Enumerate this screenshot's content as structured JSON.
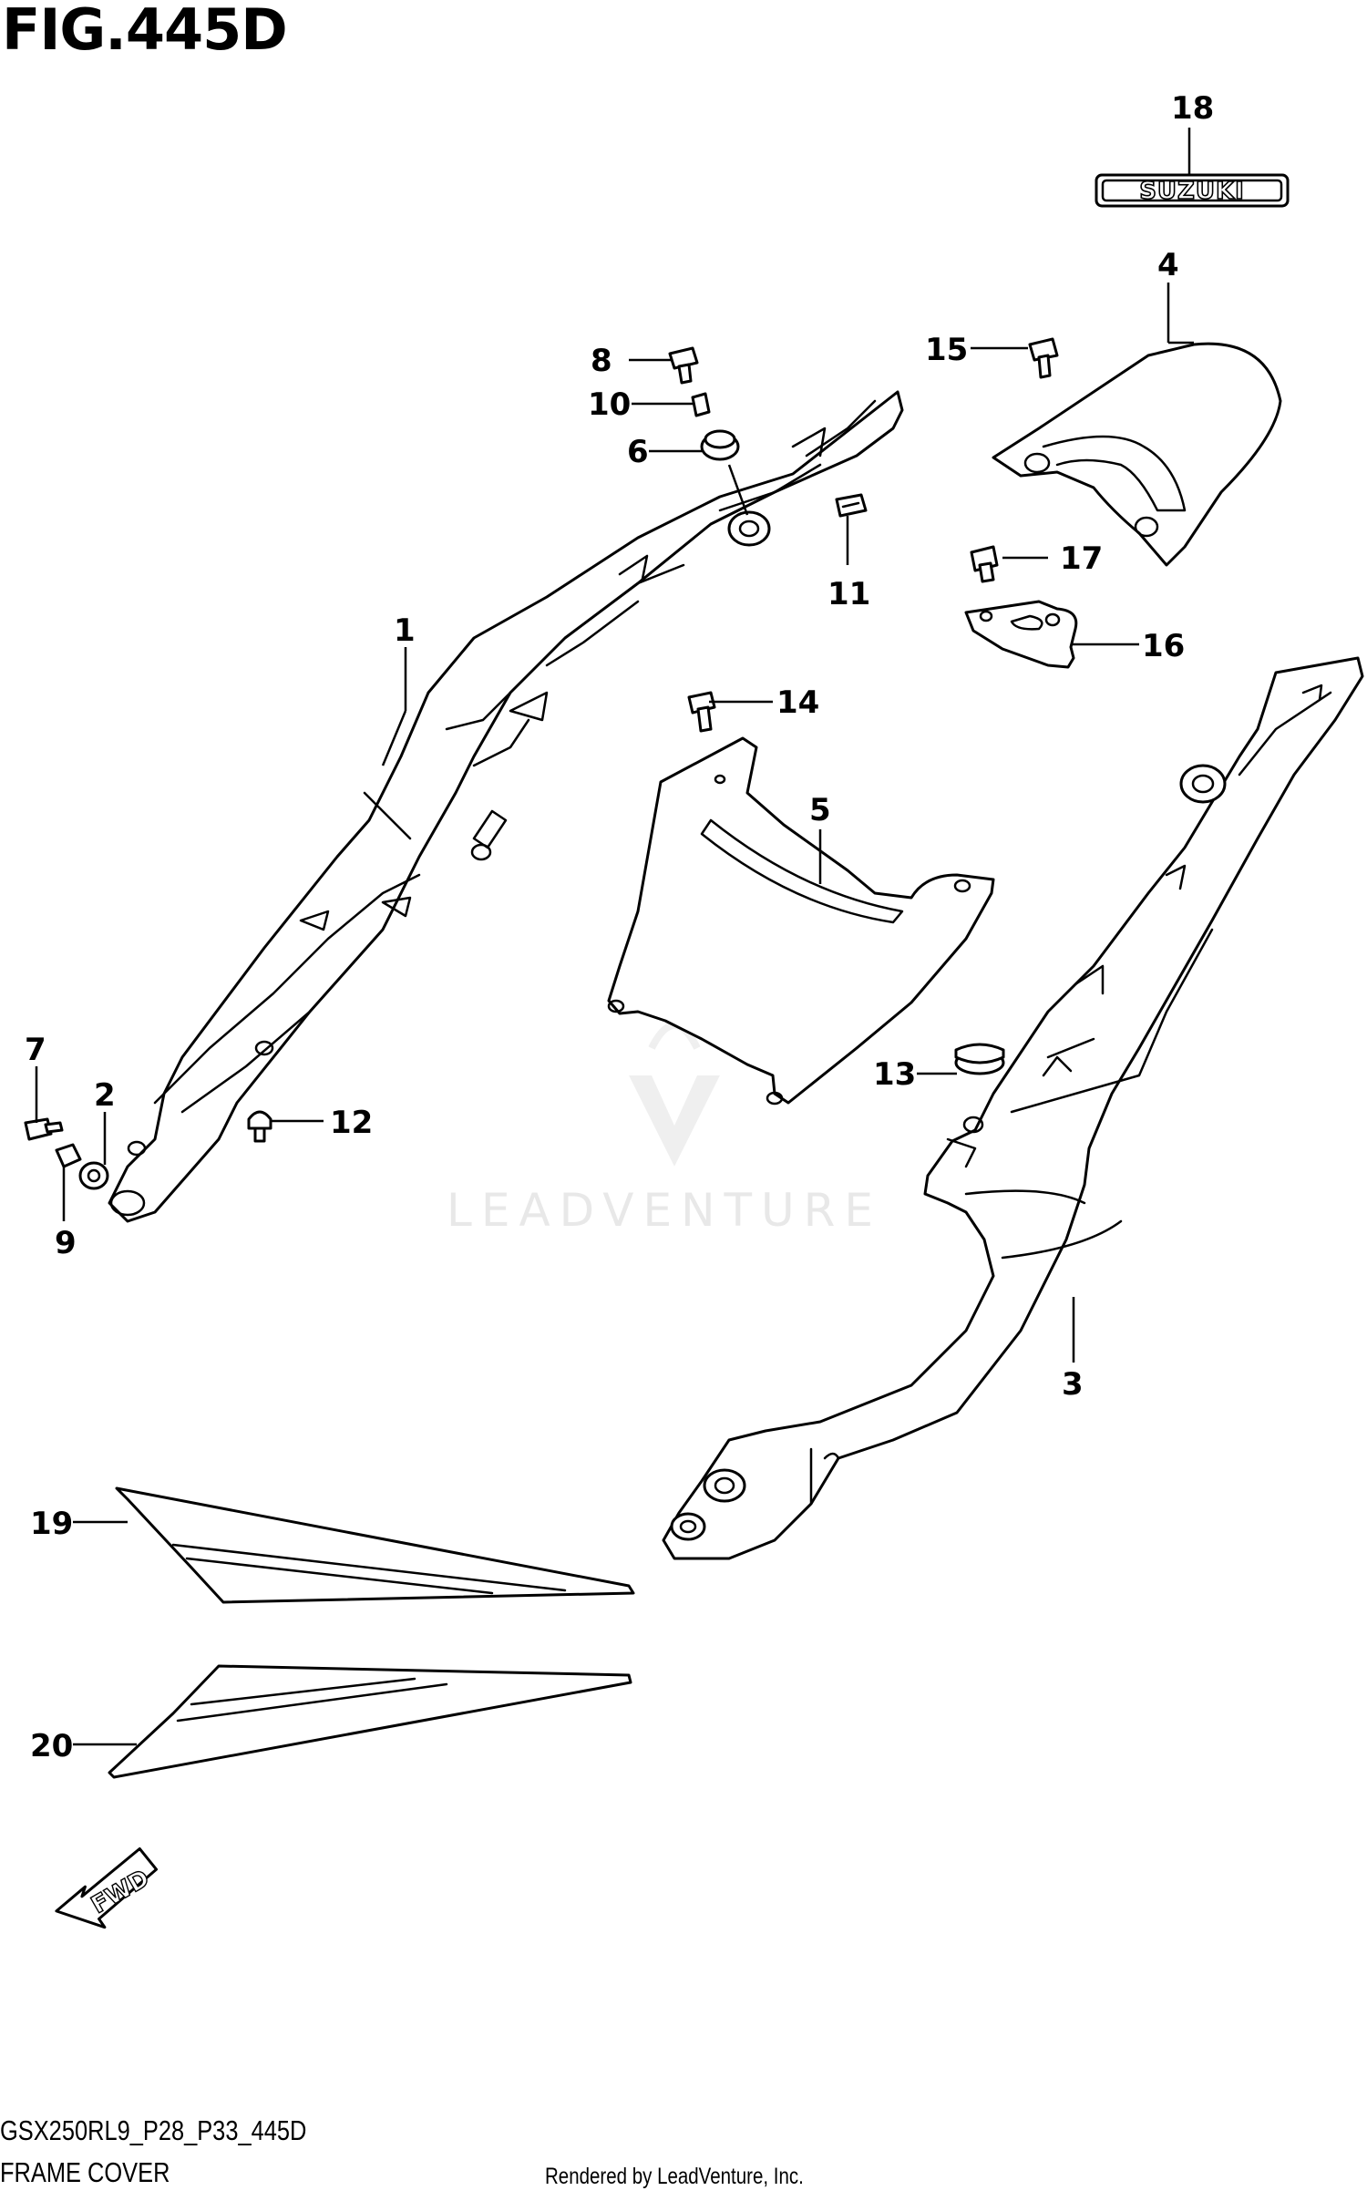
{
  "figure": {
    "title": "FIG.445D",
    "model_code": "GSX250RL9_P28_P33_445D",
    "section": "FRAME COVER",
    "rendered_by": "Rendered by LeadVenture, Inc.",
    "watermark": "LEADVENTURE",
    "emblem_text": "SUZUKI",
    "direction_label": "FWD"
  },
  "callouts": [
    {
      "id": "1",
      "label": "1"
    },
    {
      "id": "2",
      "label": "2"
    },
    {
      "id": "3",
      "label": "3"
    },
    {
      "id": "4",
      "label": "4"
    },
    {
      "id": "5",
      "label": "5"
    },
    {
      "id": "6",
      "label": "6"
    },
    {
      "id": "7",
      "label": "7"
    },
    {
      "id": "8",
      "label": "8"
    },
    {
      "id": "9",
      "label": "9"
    },
    {
      "id": "10",
      "label": "10"
    },
    {
      "id": "11",
      "label": "11"
    },
    {
      "id": "12",
      "label": "12"
    },
    {
      "id": "13",
      "label": "13"
    },
    {
      "id": "14",
      "label": "14"
    },
    {
      "id": "15",
      "label": "15"
    },
    {
      "id": "16",
      "label": "16"
    },
    {
      "id": "17",
      "label": "17"
    },
    {
      "id": "18",
      "label": "18"
    },
    {
      "id": "19",
      "label": "19"
    },
    {
      "id": "20",
      "label": "20"
    }
  ],
  "colors": {
    "line": "#000000",
    "background": "#ffffff",
    "watermark": "#e6e6e6"
  }
}
